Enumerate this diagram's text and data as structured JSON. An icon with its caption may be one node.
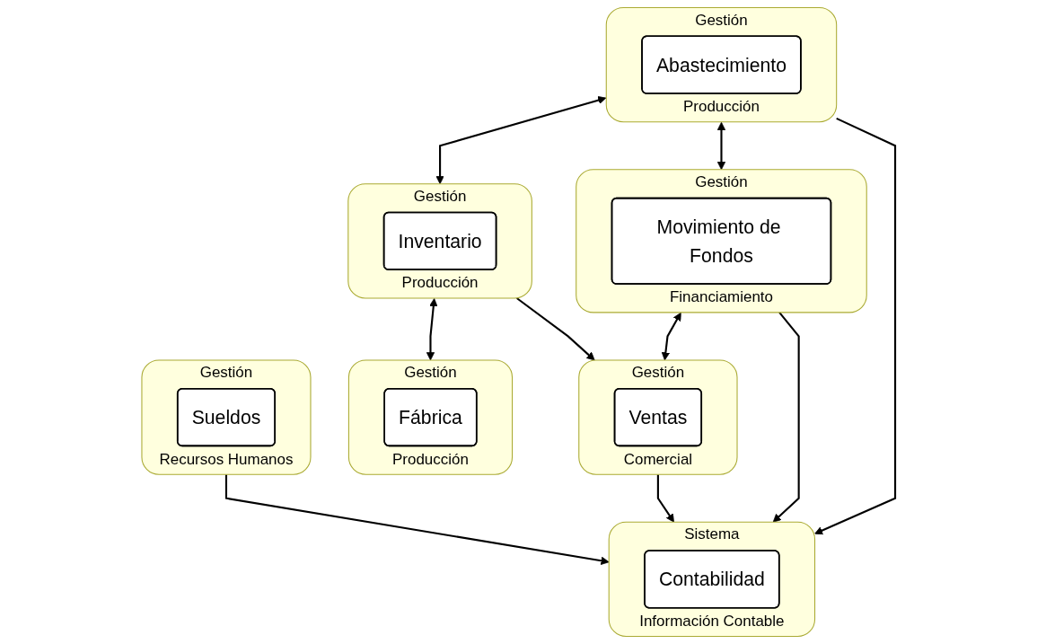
{
  "diagram": {
    "nodes": [
      {
        "text": [
          "Gestión",
          "Producción"
        ]
      },
      {
        "text": [
          "Fábrica"
        ],
        "in": 0
      },
      {
        "text": [
          "Gestión",
          "Producción"
        ]
      },
      {
        "text": [
          "Inventario"
        ],
        "in": 2
      },
      {
        "text": [
          "Gestión",
          "Producción"
        ]
      },
      {
        "text": [
          "Abastecimiento"
        ],
        "in": 4
      },
      {
        "text": [
          "Gestión",
          "Financiamiento"
        ]
      },
      {
        "text": [
          "Movimiento de Fondos"
        ],
        "in": 6
      },
      {
        "text": [
          "Gestión",
          "Comercial"
        ]
      },
      {
        "text": [
          "Ventas"
        ],
        "in": 8
      },
      {
        "text": [
          "Sistema",
          "Información Contable"
        ]
      },
      {
        "text": [
          "Contabilidad"
        ],
        "in": 10
      },
      {
        "text": [
          "Gestión",
          "Recursos Humanos"
        ]
      },
      {
        "text": [
          "Sueldos"
        ],
        "in": 12
      }
    ],
    "edges": [
      {
        "from": 2,
        "to": 0,
        "arrow": "both"
      },
      {
        "from": 4,
        "to": 2,
        "arrow": "both"
      },
      {
        "from": 2,
        "to": 8,
        "arrow": "to"
      },
      {
        "from": 4,
        "to": 6,
        "arrow": "both"
      },
      {
        "from": 6,
        "to": 8,
        "arrow": "both"
      },
      {
        "from": 6,
        "to": 10,
        "arrow": "to"
      },
      {
        "from": 4,
        "to": 10,
        "arrow": "to"
      },
      {
        "from": 8,
        "to": 10,
        "arrow": "to"
      },
      {
        "from": 12,
        "to": 10,
        "arrow": "to"
      }
    ]
  }
}
